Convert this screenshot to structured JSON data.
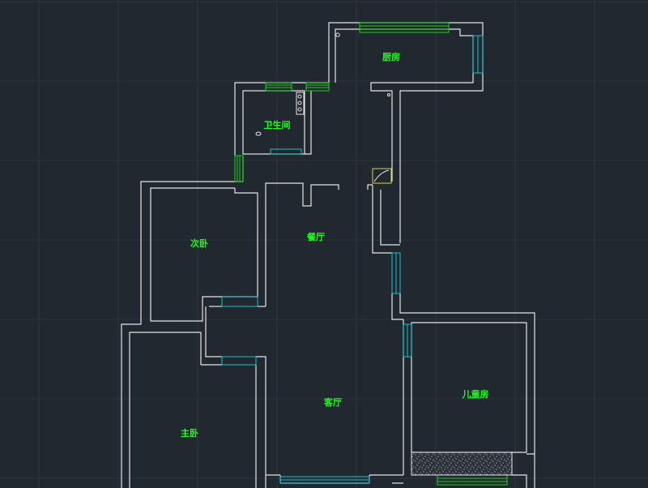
{
  "plan": {
    "rooms": [
      {
        "id": "kitchen",
        "label": "厨房"
      },
      {
        "id": "bathroom",
        "label": "卫生间"
      },
      {
        "id": "second_bedroom",
        "label": "次卧"
      },
      {
        "id": "dining",
        "label": "餐厅"
      },
      {
        "id": "master_bedroom",
        "label": "主卧"
      },
      {
        "id": "living",
        "label": "客厅"
      },
      {
        "id": "kids_room",
        "label": "儿童房"
      }
    ]
  },
  "colors": {
    "background": "#212830",
    "grid": "#2c3540",
    "wall": "#e6e6e6",
    "window_green": "#19d219",
    "window_cyan": "#18c0c8",
    "label": "#19ff19",
    "fixture_yellow": "#d6d64a"
  }
}
